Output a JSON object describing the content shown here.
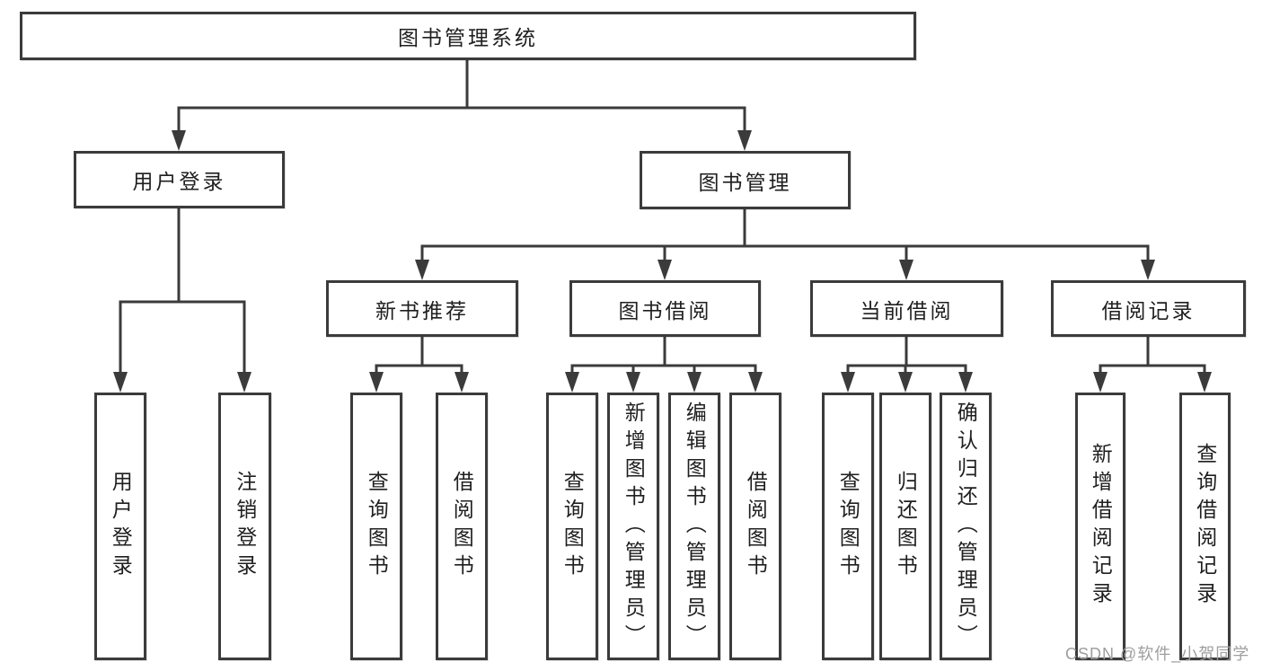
{
  "watermark": "CSDN @软件_小贺同学",
  "colors": {
    "line": "#3b3b3b",
    "text": "#1f1f1f",
    "box_background": "#ffffff",
    "watermark": "#9e9e9e"
  },
  "tree": {
    "root": {
      "label": "图书管理系统",
      "children": [
        {
          "label": "用户登录",
          "children": [
            {
              "label": "用户登录"
            },
            {
              "label": "注销登录"
            }
          ]
        },
        {
          "label": "图书管理",
          "children": [
            {
              "label": "新书推荐",
              "children": [
                {
                  "label": "查询图书"
                },
                {
                  "label": "借阅图书"
                }
              ]
            },
            {
              "label": "图书借阅",
              "children": [
                {
                  "label": "查询图书"
                },
                {
                  "label": "新增图书（管理员）"
                },
                {
                  "label": "编辑图书（管理员）"
                },
                {
                  "label": "借阅图书"
                }
              ]
            },
            {
              "label": "当前借阅",
              "children": [
                {
                  "label": "查询图书"
                },
                {
                  "label": "归还图书"
                },
                {
                  "label": "确认归还（管理员）"
                }
              ]
            },
            {
              "label": "借阅记录",
              "children": [
                {
                  "label": "新增借阅记录"
                },
                {
                  "label": "查询借阅记录"
                }
              ]
            }
          ]
        }
      ]
    }
  }
}
